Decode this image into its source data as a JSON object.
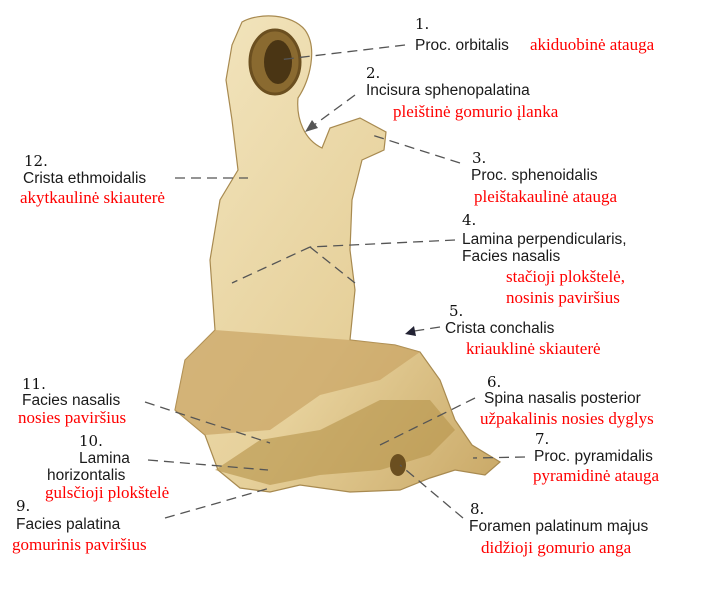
{
  "title": "Palatine bone (os palatinum)",
  "colors": {
    "bone": "#e8d6a6",
    "bone_dark": "#b89a5c",
    "leader": "#555555",
    "lithuanian": "#ff0000",
    "latin": "#1a1a1a"
  },
  "labels": [
    {
      "num": "1.",
      "latin": "Proc. orbitalis",
      "lt": "akiduobinė atauga"
    },
    {
      "num": "2.",
      "latin": "Incisura sphenopalatina",
      "lt": "pleištinė gomurio įlanka"
    },
    {
      "num": "3.",
      "latin": "Proc. sphenoidalis",
      "lt": "pleištakaulinė atauga"
    },
    {
      "num": "4.",
      "latin": "Lamina perpendicularis,",
      "latin2": "Facies nasalis",
      "lt": "stačioji plokštelė,",
      "lt2": "nosinis paviršius"
    },
    {
      "num": "5.",
      "latin": "Crista conchalis",
      "lt": "kriauklinė skiauterė"
    },
    {
      "num": "6.",
      "latin": "Spina nasalis posterior",
      "lt": "užpakalinis nosies dyglys"
    },
    {
      "num": "7.",
      "latin": "Proc. pyramidalis",
      "lt": "pyramidinė atauga"
    },
    {
      "num": "8.",
      "latin": "Foramen palatinum majus",
      "lt": "didžioji gomurio anga"
    },
    {
      "num": "9.",
      "latin": "Facies palatina",
      "lt": "gomurinis paviršius"
    },
    {
      "num": "10.",
      "latin": "Lamina",
      "latin2": "horizontalis",
      "lt": "gulsčioji plokštelė"
    },
    {
      "num": "11.",
      "latin": "Facies nasalis",
      "lt": "nosies paviršius"
    },
    {
      "num": "12.",
      "latin": "Crista ethmoidalis",
      "lt": "akytkaulinė skiauterė"
    }
  ]
}
